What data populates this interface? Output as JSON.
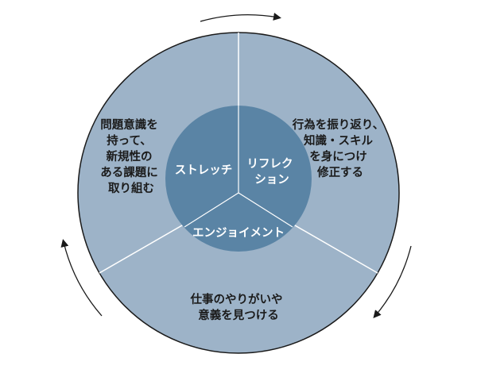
{
  "colors": {
    "outer_fill": "#9db3c8",
    "outer_stroke": "#1a1a1a",
    "divider": "#ffffff",
    "inner_fill": "#5a84a5",
    "arrow": "#1a1a1a"
  },
  "outer_segments": {
    "stretch_desc": [
      "問題意識を",
      "持って、",
      "新規性の",
      "ある課題に",
      "取り組む"
    ],
    "reflection_desc": [
      "行為を振り返り、",
      "知識・スキル",
      "を身につけ",
      "修正する"
    ],
    "enjoyment_desc": [
      "仕事のやりがいや",
      "意義を見つける"
    ]
  },
  "inner_segments": {
    "stretch": "ストレッチ",
    "reflection": [
      "リフレク",
      "ション"
    ],
    "enjoyment": "エンジョイメント"
  }
}
